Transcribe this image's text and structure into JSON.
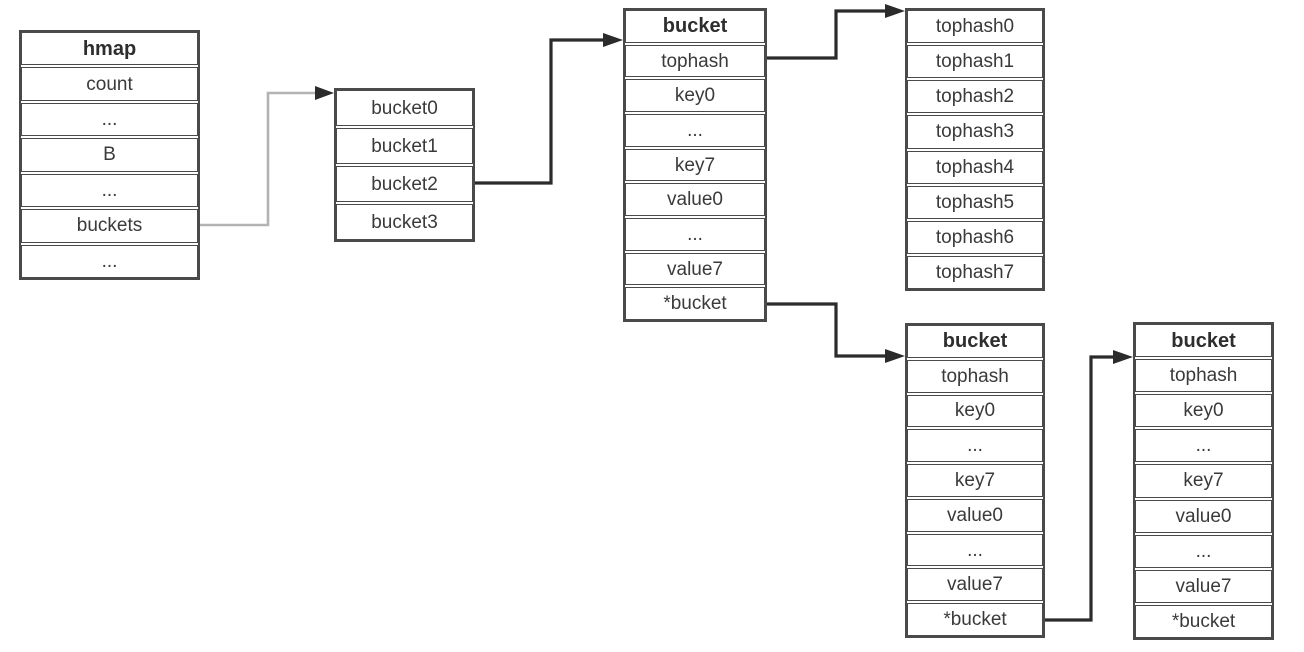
{
  "diagram_type": "go-hmap-buckets-structure",
  "colors": {
    "background": "#ffffff",
    "table_border": "#4a4a4a",
    "text": "#3a3a3a",
    "arrow_dark": "#2b2b2b",
    "arrow_light": "#b3b3b3"
  },
  "tables": {
    "hmap": {
      "header": "hmap",
      "rows": [
        "count",
        "...",
        "B",
        "...",
        "buckets",
        "..."
      ]
    },
    "bucket_array": {
      "rows": [
        "bucket0",
        "bucket1",
        "bucket2",
        "bucket3"
      ]
    },
    "bucket_top": {
      "header": "bucket",
      "rows": [
        "tophash",
        "key0",
        "...",
        "key7",
        "value0",
        "...",
        "value7",
        "*bucket"
      ]
    },
    "tophash_array": {
      "rows": [
        "tophash0",
        "tophash1",
        "tophash2",
        "tophash3",
        "tophash4",
        "tophash5",
        "tophash6",
        "tophash7"
      ]
    },
    "bucket_mid": {
      "header": "bucket",
      "rows": [
        "tophash",
        "key0",
        "...",
        "key7",
        "value0",
        "...",
        "value7",
        "*bucket"
      ]
    },
    "bucket_right": {
      "header": "bucket",
      "rows": [
        "tophash",
        "key0",
        "...",
        "key7",
        "value0",
        "...",
        "value7",
        "*bucket"
      ]
    }
  },
  "connections": [
    {
      "from": "hmap.buckets",
      "to": "bucket-array",
      "style": "light-line-dark-head"
    },
    {
      "from": "bucket-array.bucket2",
      "to": "bucket-struct",
      "style": "dark"
    },
    {
      "from": "bucket-struct.tophash",
      "to": "tophash-array",
      "style": "dark"
    },
    {
      "from": "bucket-struct.*bucket",
      "to": "overflow-bucket-1",
      "style": "dark"
    },
    {
      "from": "overflow-bucket-1.*bucket",
      "to": "overflow-bucket-2",
      "style": "dark"
    }
  ]
}
